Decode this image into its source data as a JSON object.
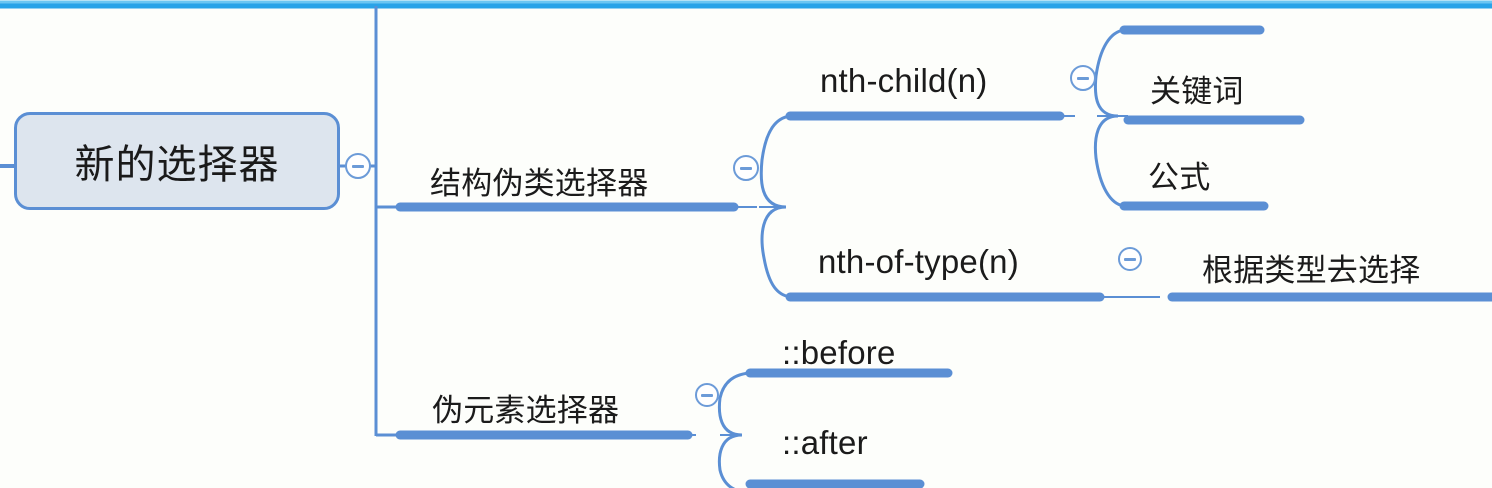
{
  "app": {
    "type": "mind-map",
    "title": "新的选择器"
  },
  "colors": {
    "background": "#fdfefb",
    "top_divider": "#29a3e8",
    "branch_line": "#5b8fd4",
    "underline_bar": "#5b8fd4",
    "root_fill": "#dde5ee",
    "root_border": "#5b8fd4",
    "toggle_border": "#6c9bd8",
    "text": "#1a1a1a"
  },
  "root": {
    "label": "新的选择器",
    "toggle": "collapse-toggle-minus"
  },
  "branches": [
    {
      "label": "结构伪类选择器",
      "toggle": "collapse-toggle-minus",
      "children": [
        {
          "label": "nth-child(n)",
          "toggle": "collapse-toggle-minus",
          "children": [
            {
              "label": "",
              "clipped": true
            },
            {
              "label": "关键词"
            },
            {
              "label": "公式"
            }
          ]
        },
        {
          "label": "nth-of-type(n)",
          "toggle": "collapse-toggle-minus",
          "children": [
            {
              "label": "根据类型去选择"
            }
          ]
        }
      ]
    },
    {
      "label": "伪元素选择器",
      "toggle": "collapse-toggle-minus",
      "children": [
        {
          "label": "::before"
        },
        {
          "label": "::after"
        }
      ]
    }
  ]
}
